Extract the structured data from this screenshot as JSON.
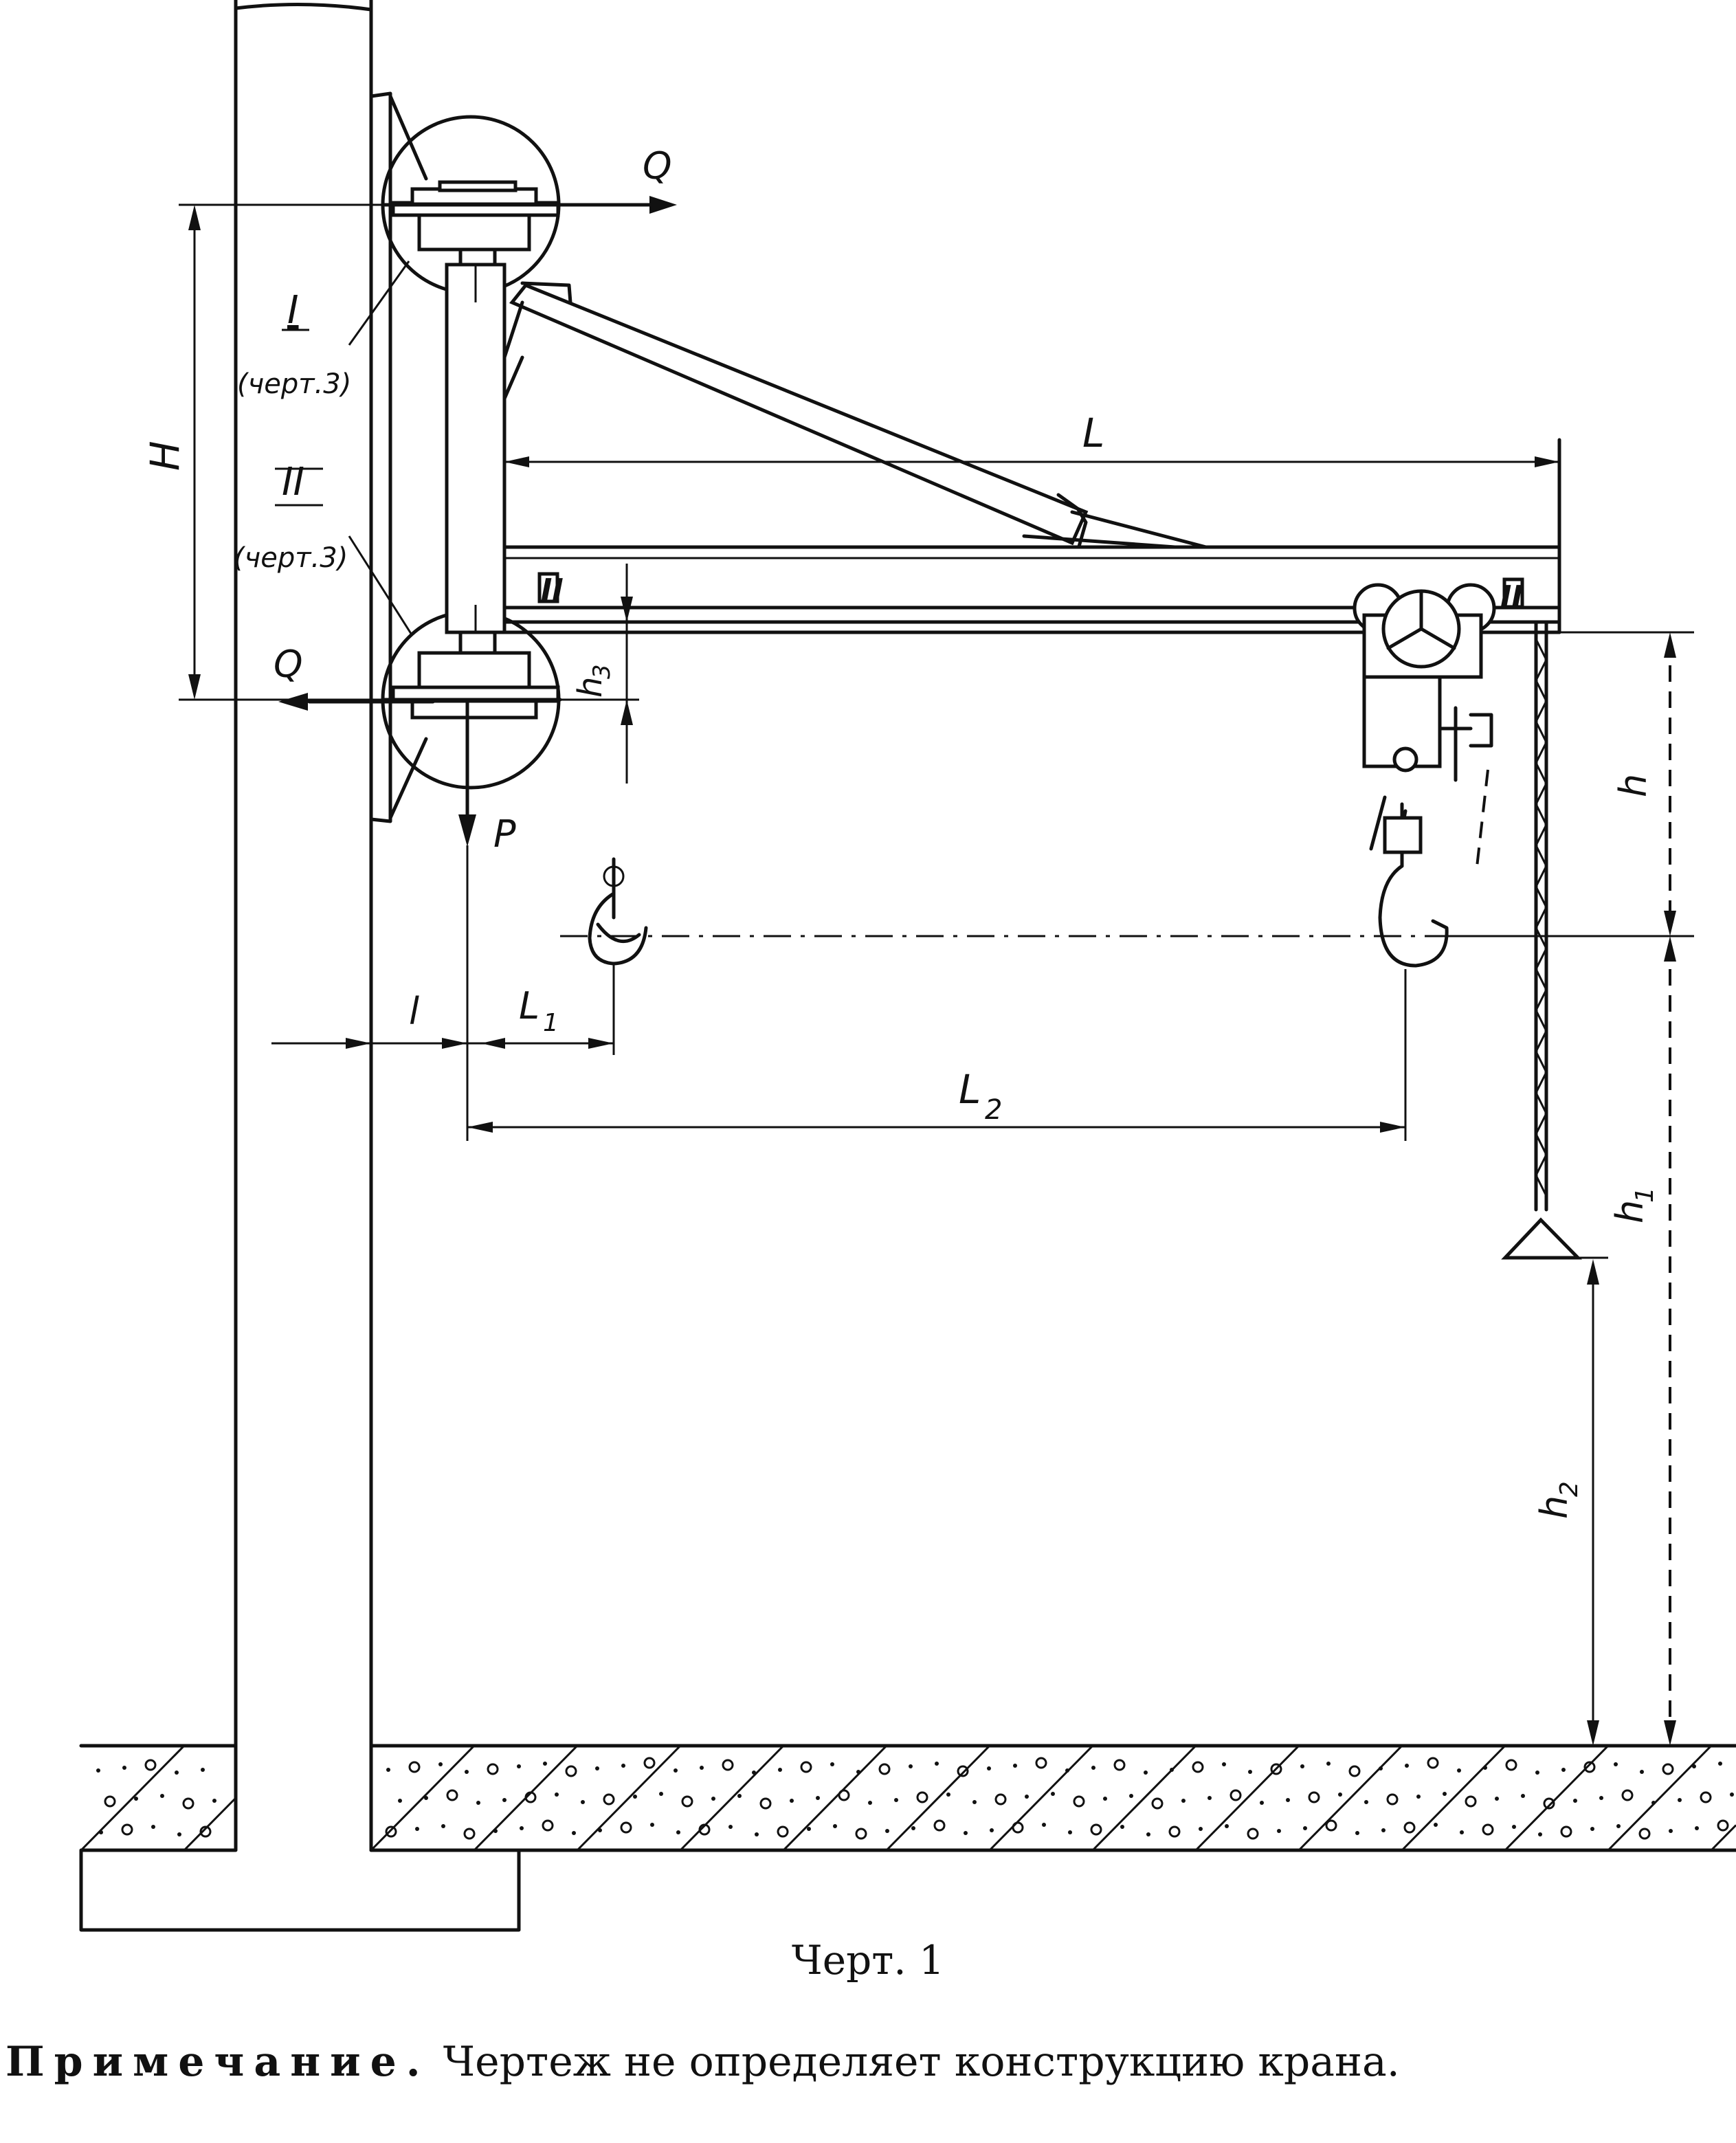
{
  "labels": {
    "force_top": "Q",
    "force_bottom": "Q",
    "force_vertical": "P",
    "dim_H": "H",
    "dim_L": "L",
    "dim_l": "l",
    "dim_L1": "L",
    "dim_L1_sub": "1",
    "dim_L2": "L",
    "dim_L2_sub": "2",
    "dim_h": "h",
    "dim_h1": "h",
    "dim_h1_sub": "1",
    "dim_h2": "h",
    "dim_h2_sub": "2",
    "dim_h3": "h",
    "dim_h3_sub": "3",
    "detail_1": "I",
    "detail_1_ref": "(черт.3)",
    "detail_2": "II",
    "detail_2_ref": "(черт.3)",
    "marker": "II"
  },
  "caption": "Черт. 1",
  "note": {
    "lead": "Примечание.",
    "text": " Чертеж не определяет конструкцию крана."
  }
}
